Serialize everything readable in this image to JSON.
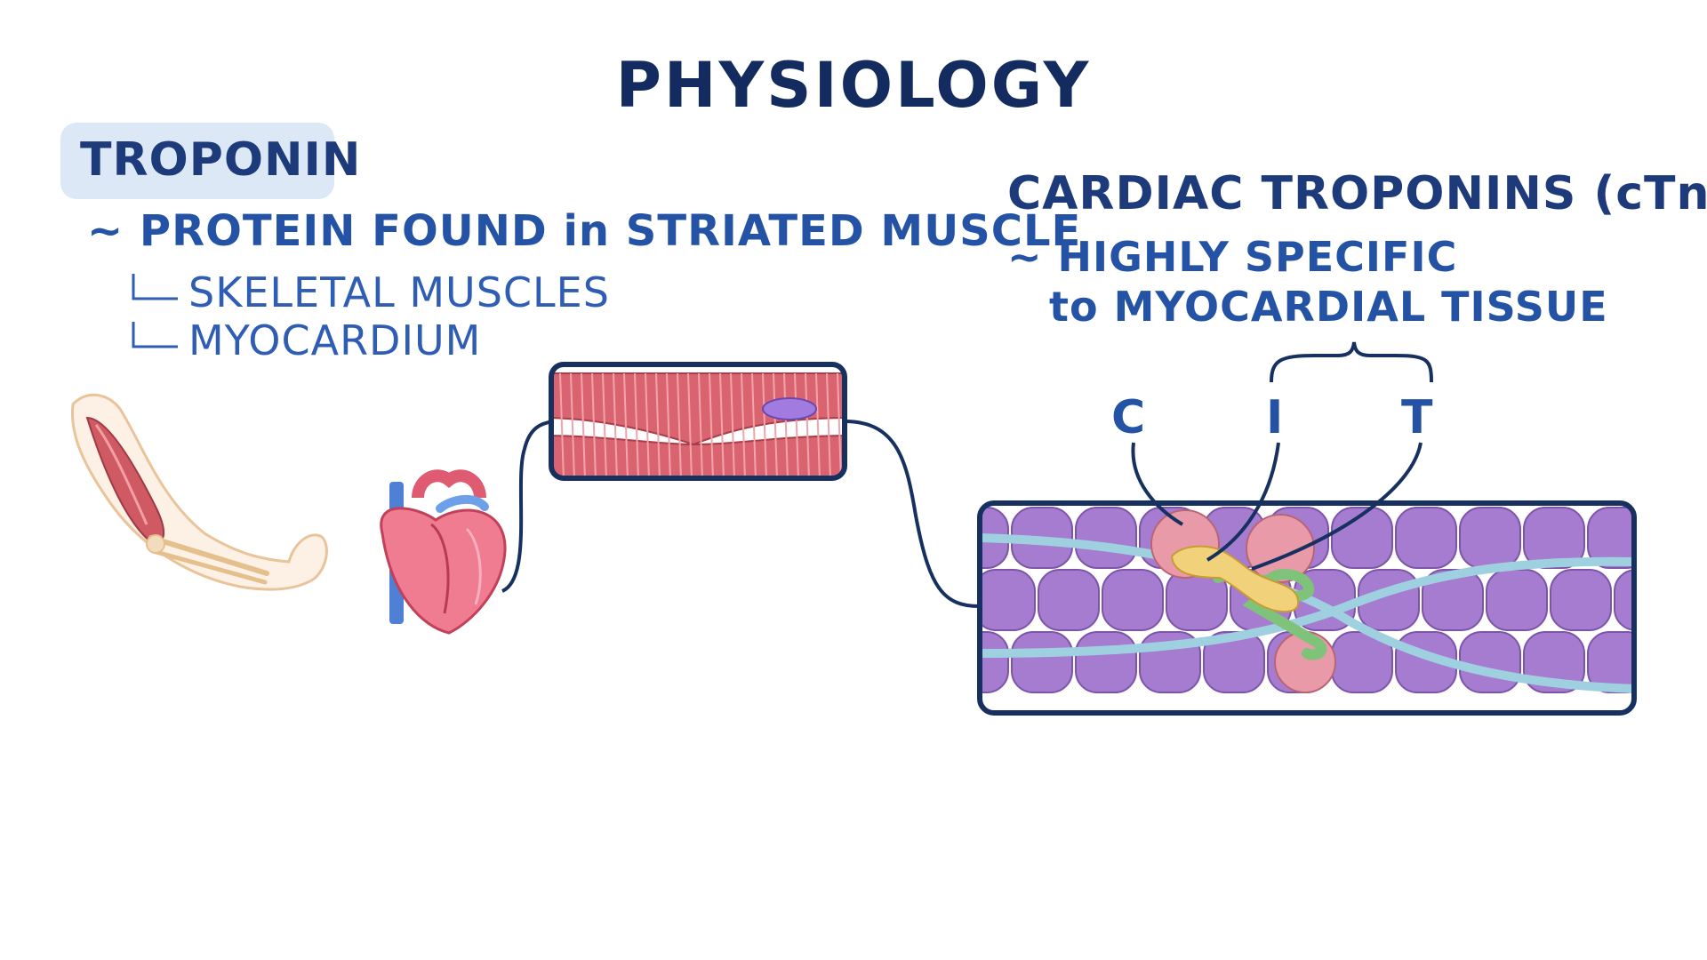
{
  "title": "PHYSIOLOGY",
  "troponin": {
    "heading": "TROPONIN",
    "description": "~ PROTEIN FOUND in STRIATED MUSCLE",
    "subitems": [
      "SKELETAL MUSCLES",
      "MYOCARDIUM"
    ]
  },
  "cardiac": {
    "heading": "CARDIAC TROPONINS (cTn)",
    "description_line1": "~ HIGHLY SPECIFIC",
    "description_line2": "to MYOCARDIAL TISSUE",
    "subunits": [
      "C",
      "I",
      "T"
    ]
  },
  "colors": {
    "title": "#132b5e",
    "accent": "#2453a6",
    "badge": "#dde8f7",
    "muscle": "#d9646f",
    "actin": "#a57ccf",
    "tropomyosin": "#9fd0e0",
    "troponin_c": "#e89aa8",
    "troponin_i": "#f1d27a",
    "troponin_t": "#7fc27a"
  }
}
